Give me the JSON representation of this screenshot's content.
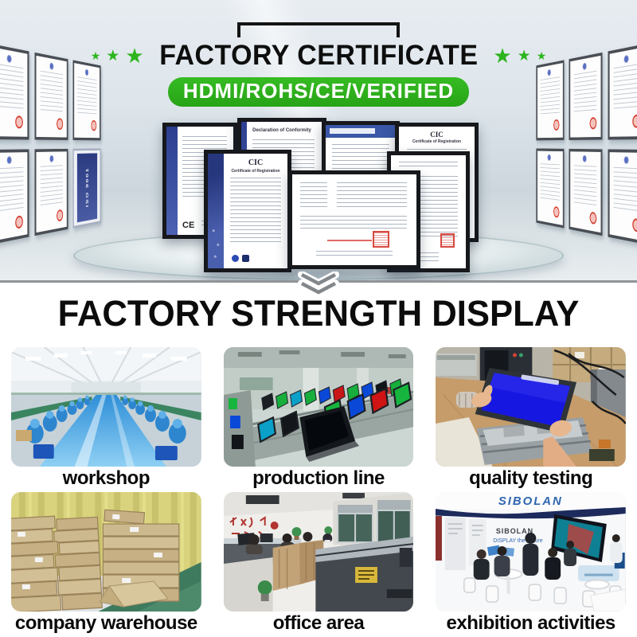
{
  "colors": {
    "accent_green": "#2db51e",
    "badge_text_color": "#ffffff",
    "title_color": "#0e0e0e",
    "divider_gray": "#8f9498"
  },
  "header": {
    "star": "★",
    "title": "FACTORY CERTIFICATE",
    "badge": "HDMI/ROHS/CE/VERIFIED"
  },
  "certificates": {
    "cic": "CIC",
    "registration": "Certificate of Registration",
    "declaration": "Declaration of Conformity",
    "ce_mark": "CE",
    "iso_banner": "ISO 9001"
  },
  "strength": {
    "title": "FACTORY STRENGTH DISPLAY",
    "items": [
      {
        "label": "workshop"
      },
      {
        "label": "production line"
      },
      {
        "label": "quality testing"
      },
      {
        "label": "company warehouse"
      },
      {
        "label": "office area"
      },
      {
        "label": "exhibition activities"
      }
    ]
  },
  "photos": {
    "exhibition": {
      "brand": "SIBOLAN",
      "tagline": "DISPLAY the Future"
    }
  }
}
